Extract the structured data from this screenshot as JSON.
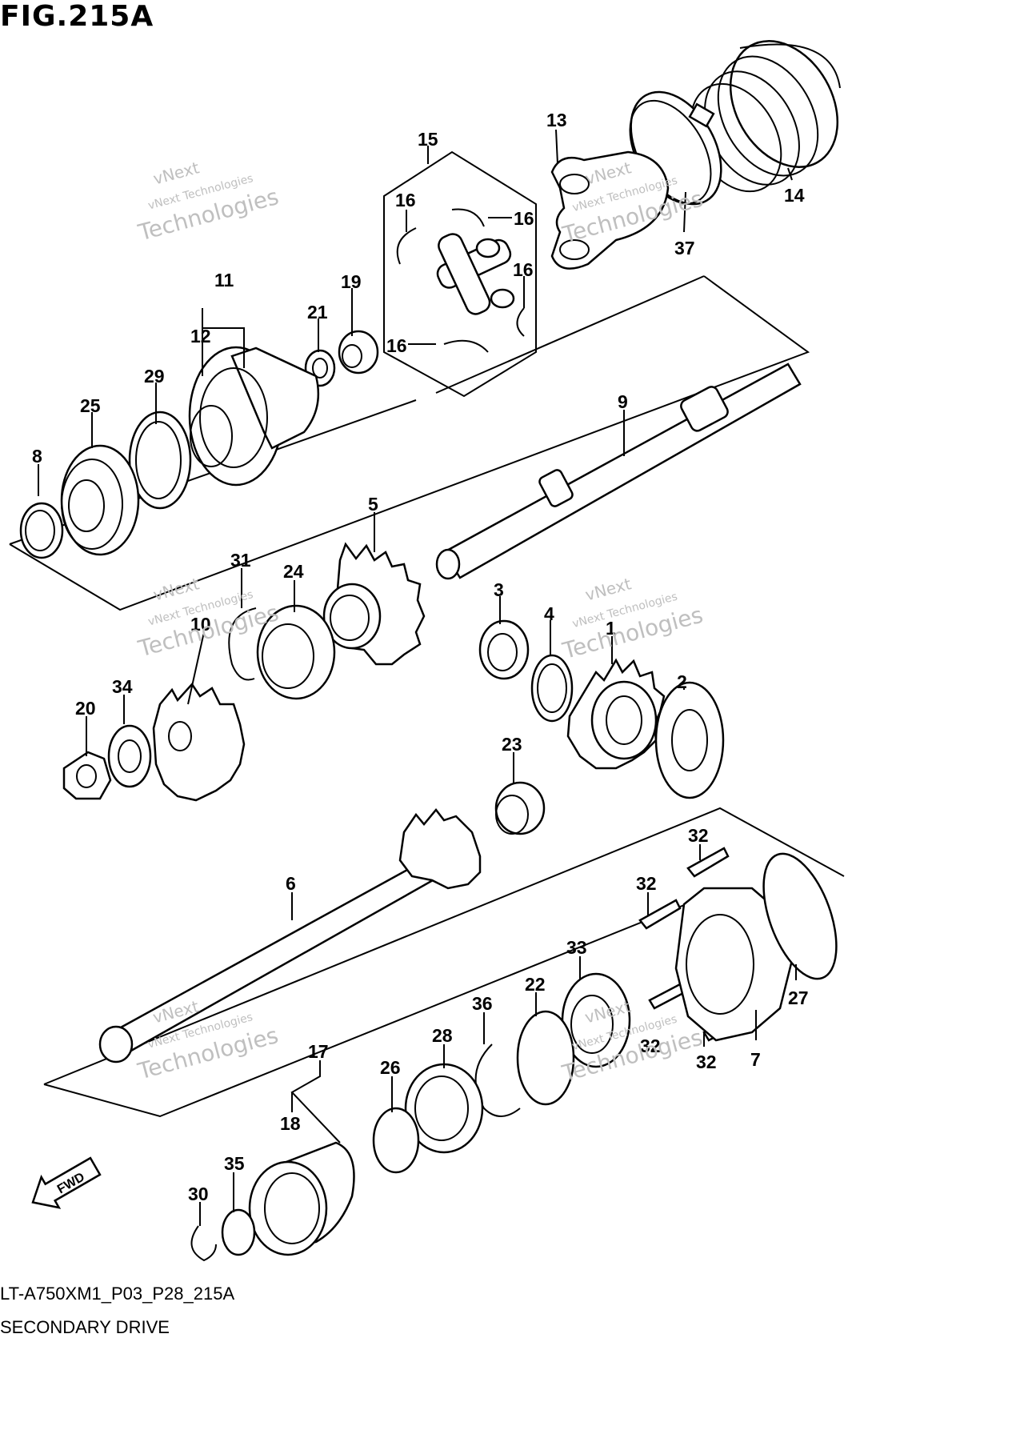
{
  "figure_title": "FIG.215A",
  "diagram_code": "LT-A750XM1_P03_P28_215A",
  "caption": "SECONDARY DRIVE",
  "fwd_label": "FWD",
  "watermark": {
    "line1": "vNext",
    "line2": "vNext Technologies",
    "line3": "Technologies"
  },
  "callouts": [
    {
      "id": "c13",
      "text": "13"
    },
    {
      "id": "c14",
      "text": "14"
    },
    {
      "id": "c37",
      "text": "37"
    },
    {
      "id": "c15",
      "text": "15"
    },
    {
      "id": "c16a",
      "text": "16"
    },
    {
      "id": "c16b",
      "text": "16"
    },
    {
      "id": "c16c",
      "text": "16"
    },
    {
      "id": "c16d",
      "text": "16"
    },
    {
      "id": "c11",
      "text": "11"
    },
    {
      "id": "c12",
      "text": "12"
    },
    {
      "id": "c21",
      "text": "21"
    },
    {
      "id": "c19",
      "text": "19"
    },
    {
      "id": "c29",
      "text": "29"
    },
    {
      "id": "c25",
      "text": "25"
    },
    {
      "id": "c8",
      "text": "8"
    },
    {
      "id": "c9",
      "text": "9"
    },
    {
      "id": "c5",
      "text": "5"
    },
    {
      "id": "c31",
      "text": "31"
    },
    {
      "id": "c24",
      "text": "24"
    },
    {
      "id": "c3",
      "text": "3"
    },
    {
      "id": "c4",
      "text": "4"
    },
    {
      "id": "c1",
      "text": "1"
    },
    {
      "id": "c2",
      "text": "2"
    },
    {
      "id": "c10",
      "text": "10"
    },
    {
      "id": "c34",
      "text": "34"
    },
    {
      "id": "c20",
      "text": "20"
    },
    {
      "id": "c23",
      "text": "23"
    },
    {
      "id": "c6",
      "text": "6"
    },
    {
      "id": "c32a",
      "text": "32"
    },
    {
      "id": "c32b",
      "text": "32"
    },
    {
      "id": "c32c",
      "text": "32"
    },
    {
      "id": "c32d",
      "text": "32"
    },
    {
      "id": "c27",
      "text": "27"
    },
    {
      "id": "c7",
      "text": "7"
    },
    {
      "id": "c33",
      "text": "33"
    },
    {
      "id": "c22",
      "text": "22"
    },
    {
      "id": "c36",
      "text": "36"
    },
    {
      "id": "c28",
      "text": "28"
    },
    {
      "id": "c26",
      "text": "26"
    },
    {
      "id": "c17",
      "text": "17"
    },
    {
      "id": "c18",
      "text": "18"
    },
    {
      "id": "c35",
      "text": "35"
    },
    {
      "id": "c30",
      "text": "30"
    }
  ]
}
